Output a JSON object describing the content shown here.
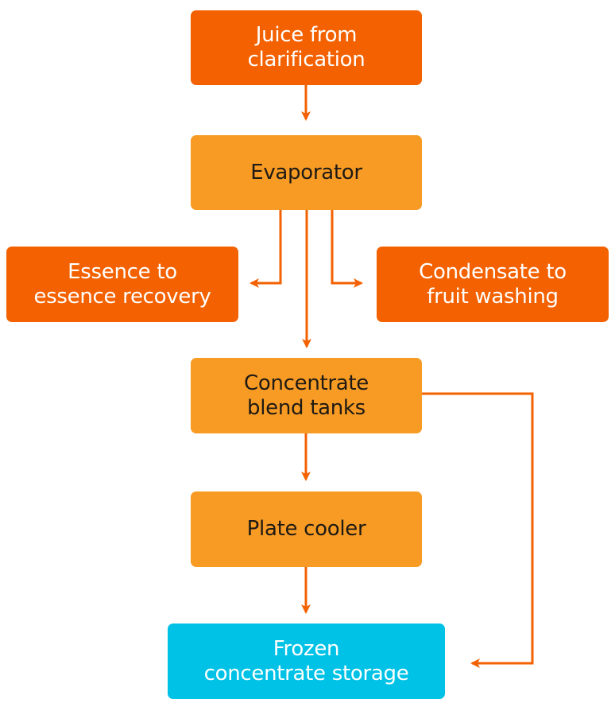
{
  "diagram": {
    "type": "process-flowchart",
    "colors": {
      "primary_node": "#f36100",
      "secondary_node": "#f89b24",
      "terminal_node": "#00c2e6",
      "arrow": "#f36100"
    },
    "nodes": [
      {
        "id": "juice",
        "label": "Juice from\nclarification",
        "style": "primary"
      },
      {
        "id": "evaporator",
        "label": "Evaporator",
        "style": "secondary"
      },
      {
        "id": "essence",
        "label": "Essence to\nessence recovery",
        "style": "primary"
      },
      {
        "id": "condensate",
        "label": "Condensate to\nfruit washing",
        "style": "primary"
      },
      {
        "id": "blend",
        "label": "Concentrate\nblend tanks",
        "style": "secondary"
      },
      {
        "id": "plate",
        "label": "Plate cooler",
        "style": "secondary"
      },
      {
        "id": "frozen",
        "label": "Frozen\nconcentrate storage",
        "style": "terminal"
      }
    ],
    "edges": [
      {
        "from": "juice",
        "to": "evaporator"
      },
      {
        "from": "evaporator",
        "to": "essence"
      },
      {
        "from": "evaporator",
        "to": "condensate"
      },
      {
        "from": "evaporator",
        "to": "blend"
      },
      {
        "from": "blend",
        "to": "plate"
      },
      {
        "from": "blend",
        "to": "frozen"
      },
      {
        "from": "plate",
        "to": "frozen"
      }
    ]
  }
}
